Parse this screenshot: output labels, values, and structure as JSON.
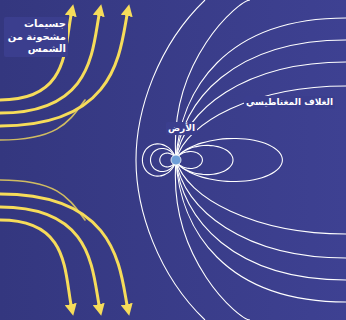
{
  "diagram": {
    "labels": [
      "جسيمات مشحونة من الشمس",
      "الأرض",
      "الغلاف المغناطيسي"
    ]
  }
}
